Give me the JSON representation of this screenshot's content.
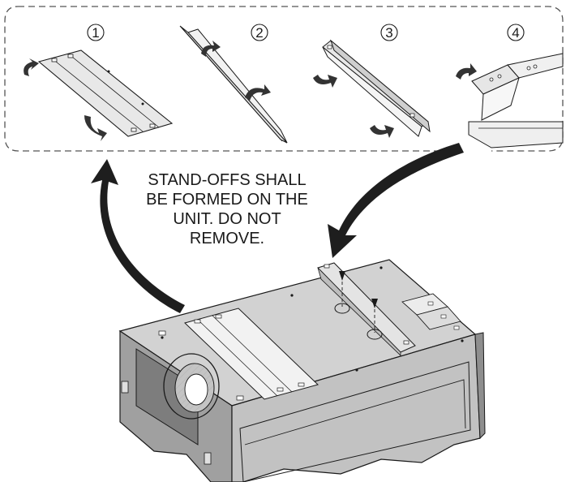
{
  "steps": [
    {
      "number": "1"
    },
    {
      "number": "2"
    },
    {
      "number": "3"
    },
    {
      "number": "4"
    }
  ],
  "note": {
    "lines": [
      "STAND-OFFS SHALL",
      "BE FORMED ON THE",
      "UNIT. DO NOT",
      "REMOVE."
    ]
  },
  "colors": {
    "ink": "#1a1a1a",
    "panel_fill": "#e6e6e6",
    "unit_top": "#d0d0d0",
    "unit_side": "#9a9a9a",
    "unit_front": "#c4c4c4",
    "arrow": "#1e1e1e"
  }
}
